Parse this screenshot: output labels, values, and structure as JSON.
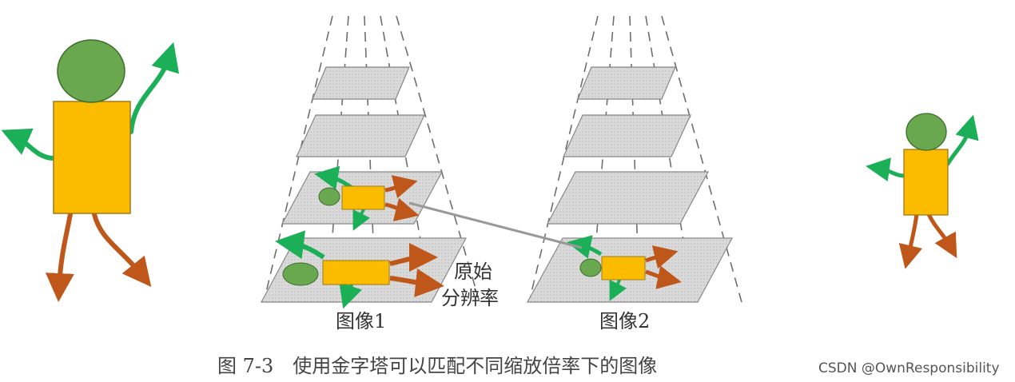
{
  "labels": {
    "original_resolution_line1": "原始",
    "original_resolution_line2": "分辨率",
    "image1": "图像1",
    "image2": "图像2"
  },
  "caption": "图 7-3　使用金字塔可以匹配不同缩放倍率下的图像",
  "watermark": "CSDN @OwnResponsibility",
  "colors": {
    "body": "#FBBC00",
    "head": "#6AA84F",
    "arm": "#1BAF57",
    "leg": "#C0571A",
    "plane_fill": "#D6D6D6",
    "plane_stroke": "#888888",
    "guide": "#6E6E6E"
  }
}
